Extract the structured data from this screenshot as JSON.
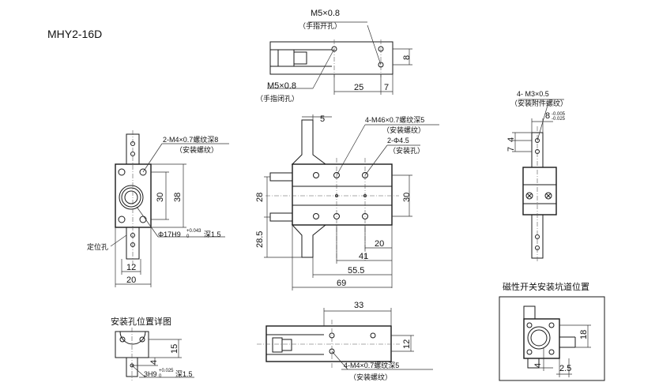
{
  "model": "MHY2-16D",
  "top_view": {
    "m5_open": "M5×0.8",
    "m5_open_note": "（手指开孔）",
    "m5_close": "M5×0.8",
    "m5_close_note": "（手指闭孔）",
    "d25": "25",
    "d7": "7",
    "d8": "8"
  },
  "left_view": {
    "thread": "2-M4×0.7螺纹深8",
    "thread_note": "（安装螺纹）",
    "d30": "30",
    "d38": "38",
    "bore_phi": "Φ17H9",
    "bore_tol": "+0.043",
    "bore_tol0": "0",
    "bore_depth": "深1.5",
    "locating_hole": "定位孔",
    "d12": "12",
    "d20": "20"
  },
  "front_view": {
    "d5": "5",
    "thread": "4-M46×0.7螺纹深5",
    "thread_note": "（安装螺纹）",
    "hole": "2-Φ4.5",
    "hole_note": "（安装孔）",
    "d28": "28",
    "d28_5": "28.5",
    "d30": "30",
    "d20": "20",
    "d41": "41",
    "d55_5": "55.5",
    "d69": "69"
  },
  "right_view": {
    "thread": "4- M3×0.5",
    "thread_note": "（安装附件螺纹）",
    "d8": "8",
    "d8_tol": "-0.005\n-0.025",
    "d4": "4",
    "d7": "7"
  },
  "detail": {
    "title": "安装孔位置详图",
    "d15": "15",
    "d4": "4",
    "fit": "3H9",
    "fit_tol": "+0.025",
    "fit_tol0": "0",
    "depth": "深1.5"
  },
  "bottom_view": {
    "d33": "33",
    "d12": "12",
    "thread": "4-M4×0.7螺纹深5",
    "thread_note": "（安装螺纹）"
  },
  "switch_groove": {
    "title": "磁性开关安装坑道位置",
    "d18": "18",
    "d4": "4",
    "d2_5": "2.5"
  }
}
